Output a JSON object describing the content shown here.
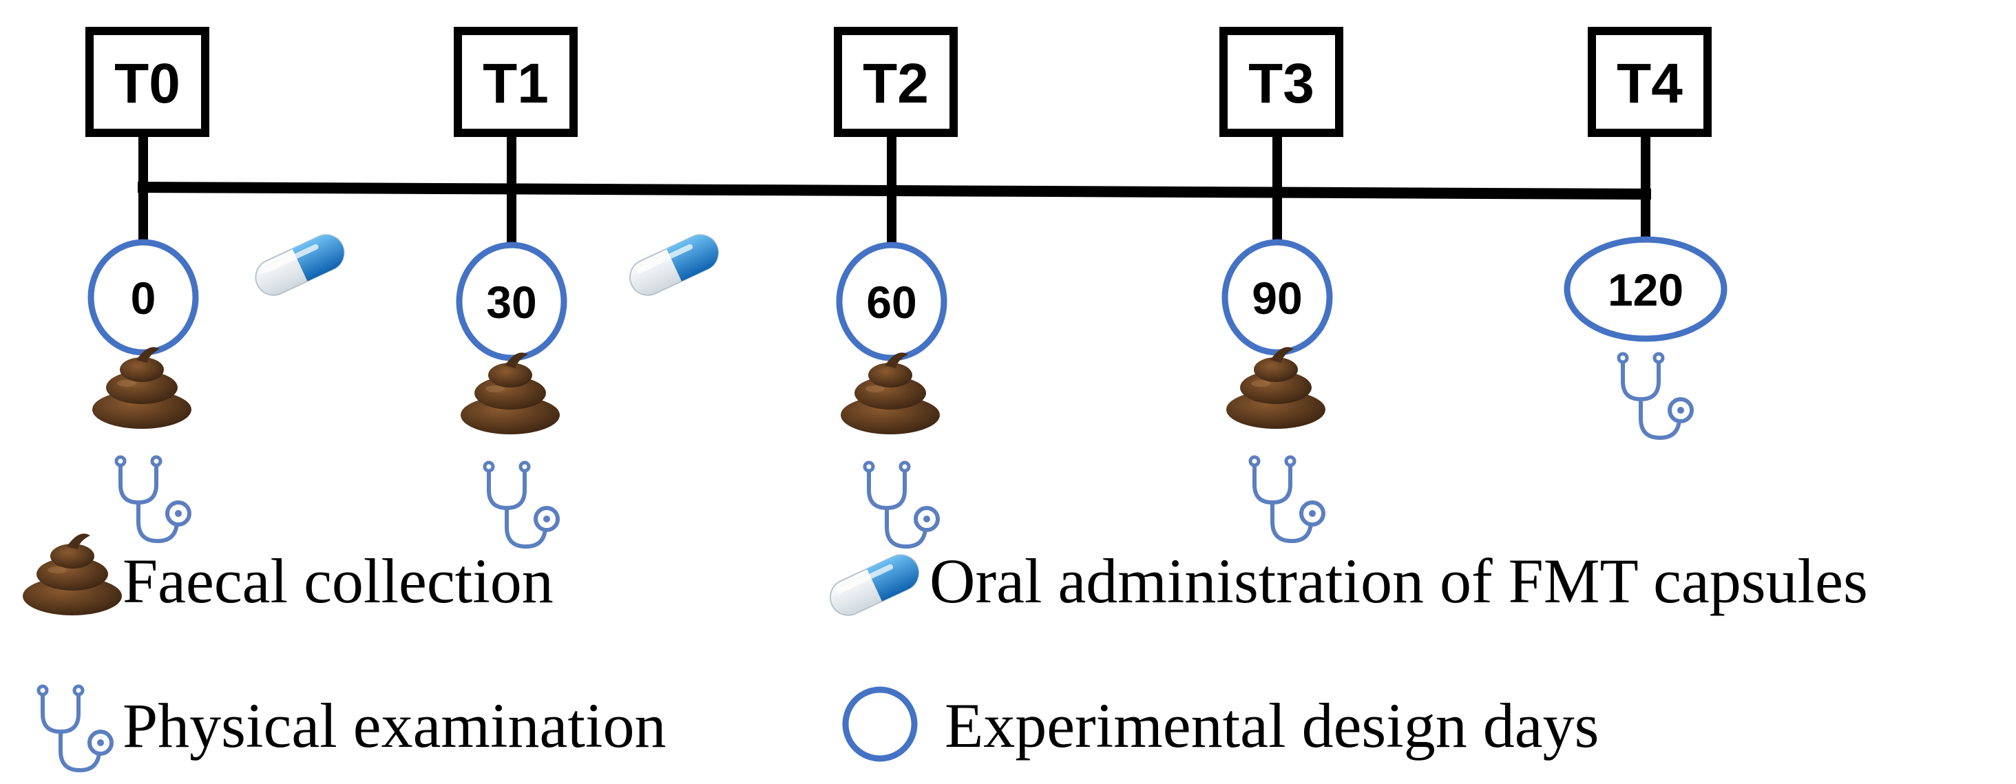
{
  "timeline": {
    "points": [
      {
        "label": "T0",
        "day": "0",
        "faecal": true,
        "exam": true
      },
      {
        "label": "T1",
        "day": "30",
        "faecal": true,
        "exam": true
      },
      {
        "label": "T2",
        "day": "60",
        "faecal": true,
        "exam": true
      },
      {
        "label": "T3",
        "day": "90",
        "faecal": true,
        "exam": true
      },
      {
        "label": "T4",
        "day": "120",
        "faecal": false,
        "exam": true
      }
    ],
    "capsules_between": [
      [
        0,
        1
      ],
      [
        1,
        2
      ]
    ]
  },
  "legend": {
    "faecal": "Faecal collection",
    "capsule": "Oral administration of FMT capsules",
    "exam": "Physical examination",
    "days": "Experimental design days"
  },
  "colors": {
    "line": "#000000",
    "circle": "#4472C4",
    "stethoscope": "#5B7FC0",
    "capsule_blue": "#1E7FD0",
    "capsule_white": "#E8EEF2",
    "faecal": "#5A3A1E"
  }
}
